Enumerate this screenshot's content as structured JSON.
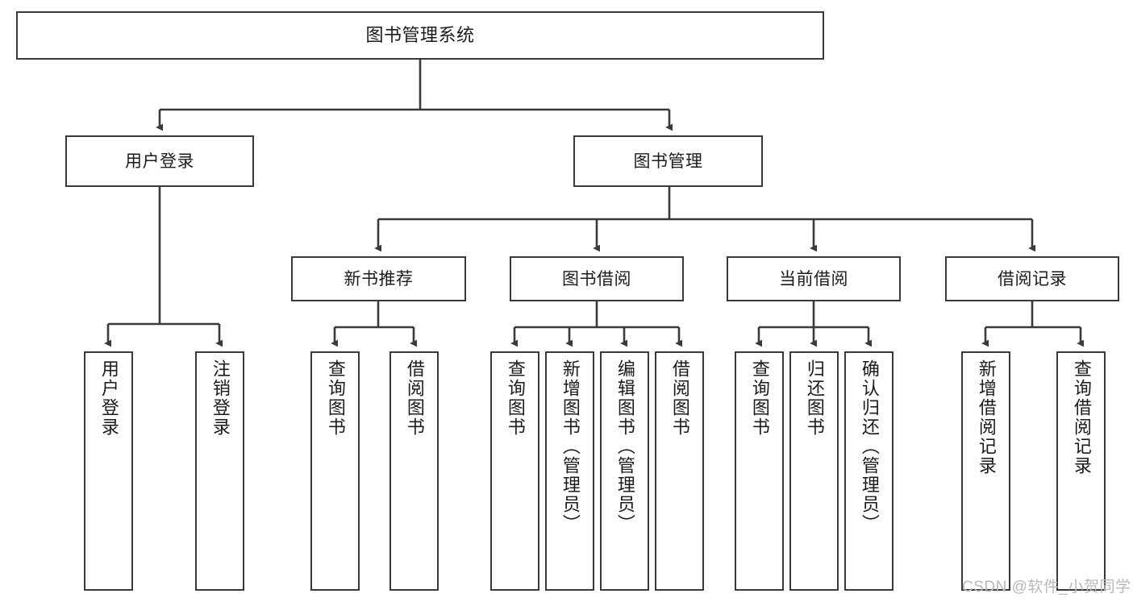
{
  "diagram": {
    "title": "图书管理系统",
    "type": "tree-diagram",
    "colors": {
      "box_border": "#3a3a3a",
      "box_fill": "#ffffff",
      "connector": "#3a3a3a",
      "text": "#1b1b1b",
      "watermark": "#b9b9b9"
    }
  },
  "root": {
    "label": "图书管理系统"
  },
  "level2": [
    {
      "label": "用户登录"
    },
    {
      "label": "图书管理"
    }
  ],
  "level3": [
    {
      "label": "新书推荐"
    },
    {
      "label": "图书借阅"
    },
    {
      "label": "当前借阅"
    },
    {
      "label": "借阅记录"
    }
  ],
  "leaves": {
    "user_login": [
      {
        "label": "用户登录"
      },
      {
        "label": "注销登录"
      }
    ],
    "new_book": [
      {
        "label": "查询图书"
      },
      {
        "label": "借阅图书"
      }
    ],
    "book_borrow": [
      {
        "label": "查询图书"
      },
      {
        "label": "新增图书（管理员）"
      },
      {
        "label": "编辑图书（管理员）"
      },
      {
        "label": "借阅图书"
      }
    ],
    "current_borrow": [
      {
        "label": "查询图书"
      },
      {
        "label": "归还图书"
      },
      {
        "label": "确认归还（管理员）"
      }
    ],
    "borrow_record": [
      {
        "label": "新增借阅记录"
      },
      {
        "label": "查询借阅记录"
      }
    ]
  },
  "watermark": {
    "text": "CSDN @软件_小贺同学"
  }
}
